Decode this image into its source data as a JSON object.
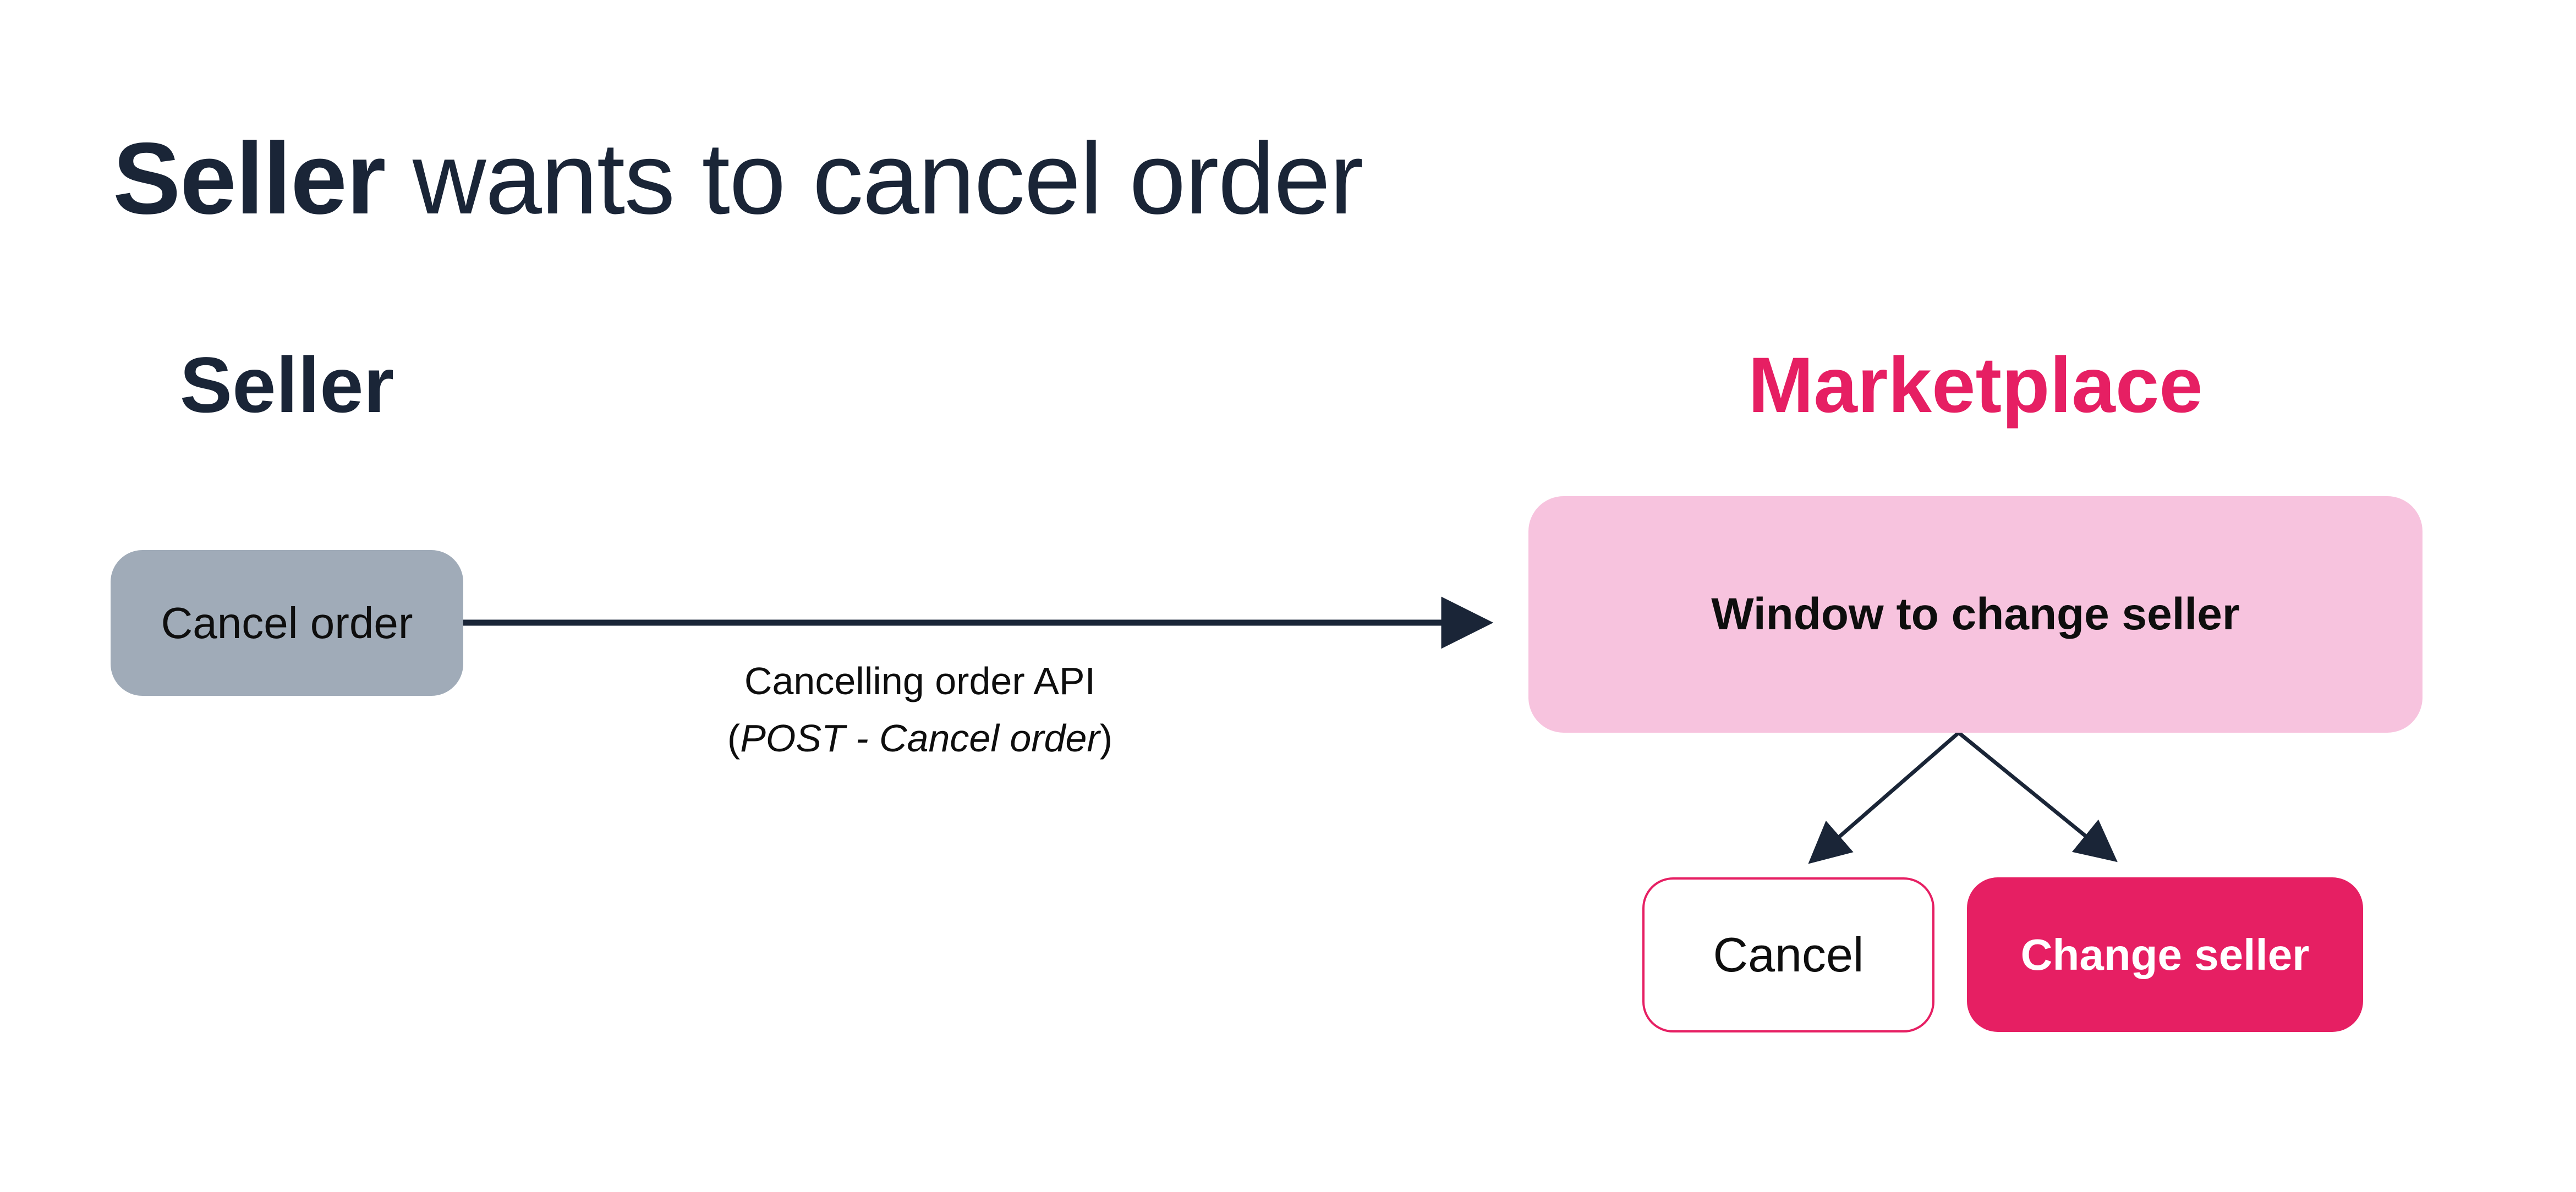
{
  "title": {
    "emphasis": "Seller",
    "rest": " wants to cancel order"
  },
  "lanes": {
    "seller_heading": "Seller",
    "marketplace_heading": "Marketplace"
  },
  "flow": {
    "cancel_order_node": "Cancel order",
    "api_arrow": {
      "line1": "Cancelling order API",
      "line2_open": "(",
      "line2_italic": "POST - Cancel order",
      "line2_close": ")"
    },
    "window_node": "Window to change seller",
    "buttons": {
      "cancel": "Cancel",
      "change_seller": "Change seller"
    }
  },
  "colors": {
    "navy": "#1a2537",
    "accent_pink": "#e61f63",
    "light_pink": "#f7c3de",
    "gray_fill": "#a0abb8",
    "background": "#ffffff",
    "text_black": "#0e0e0e",
    "button_text_white": "#ffffff"
  }
}
